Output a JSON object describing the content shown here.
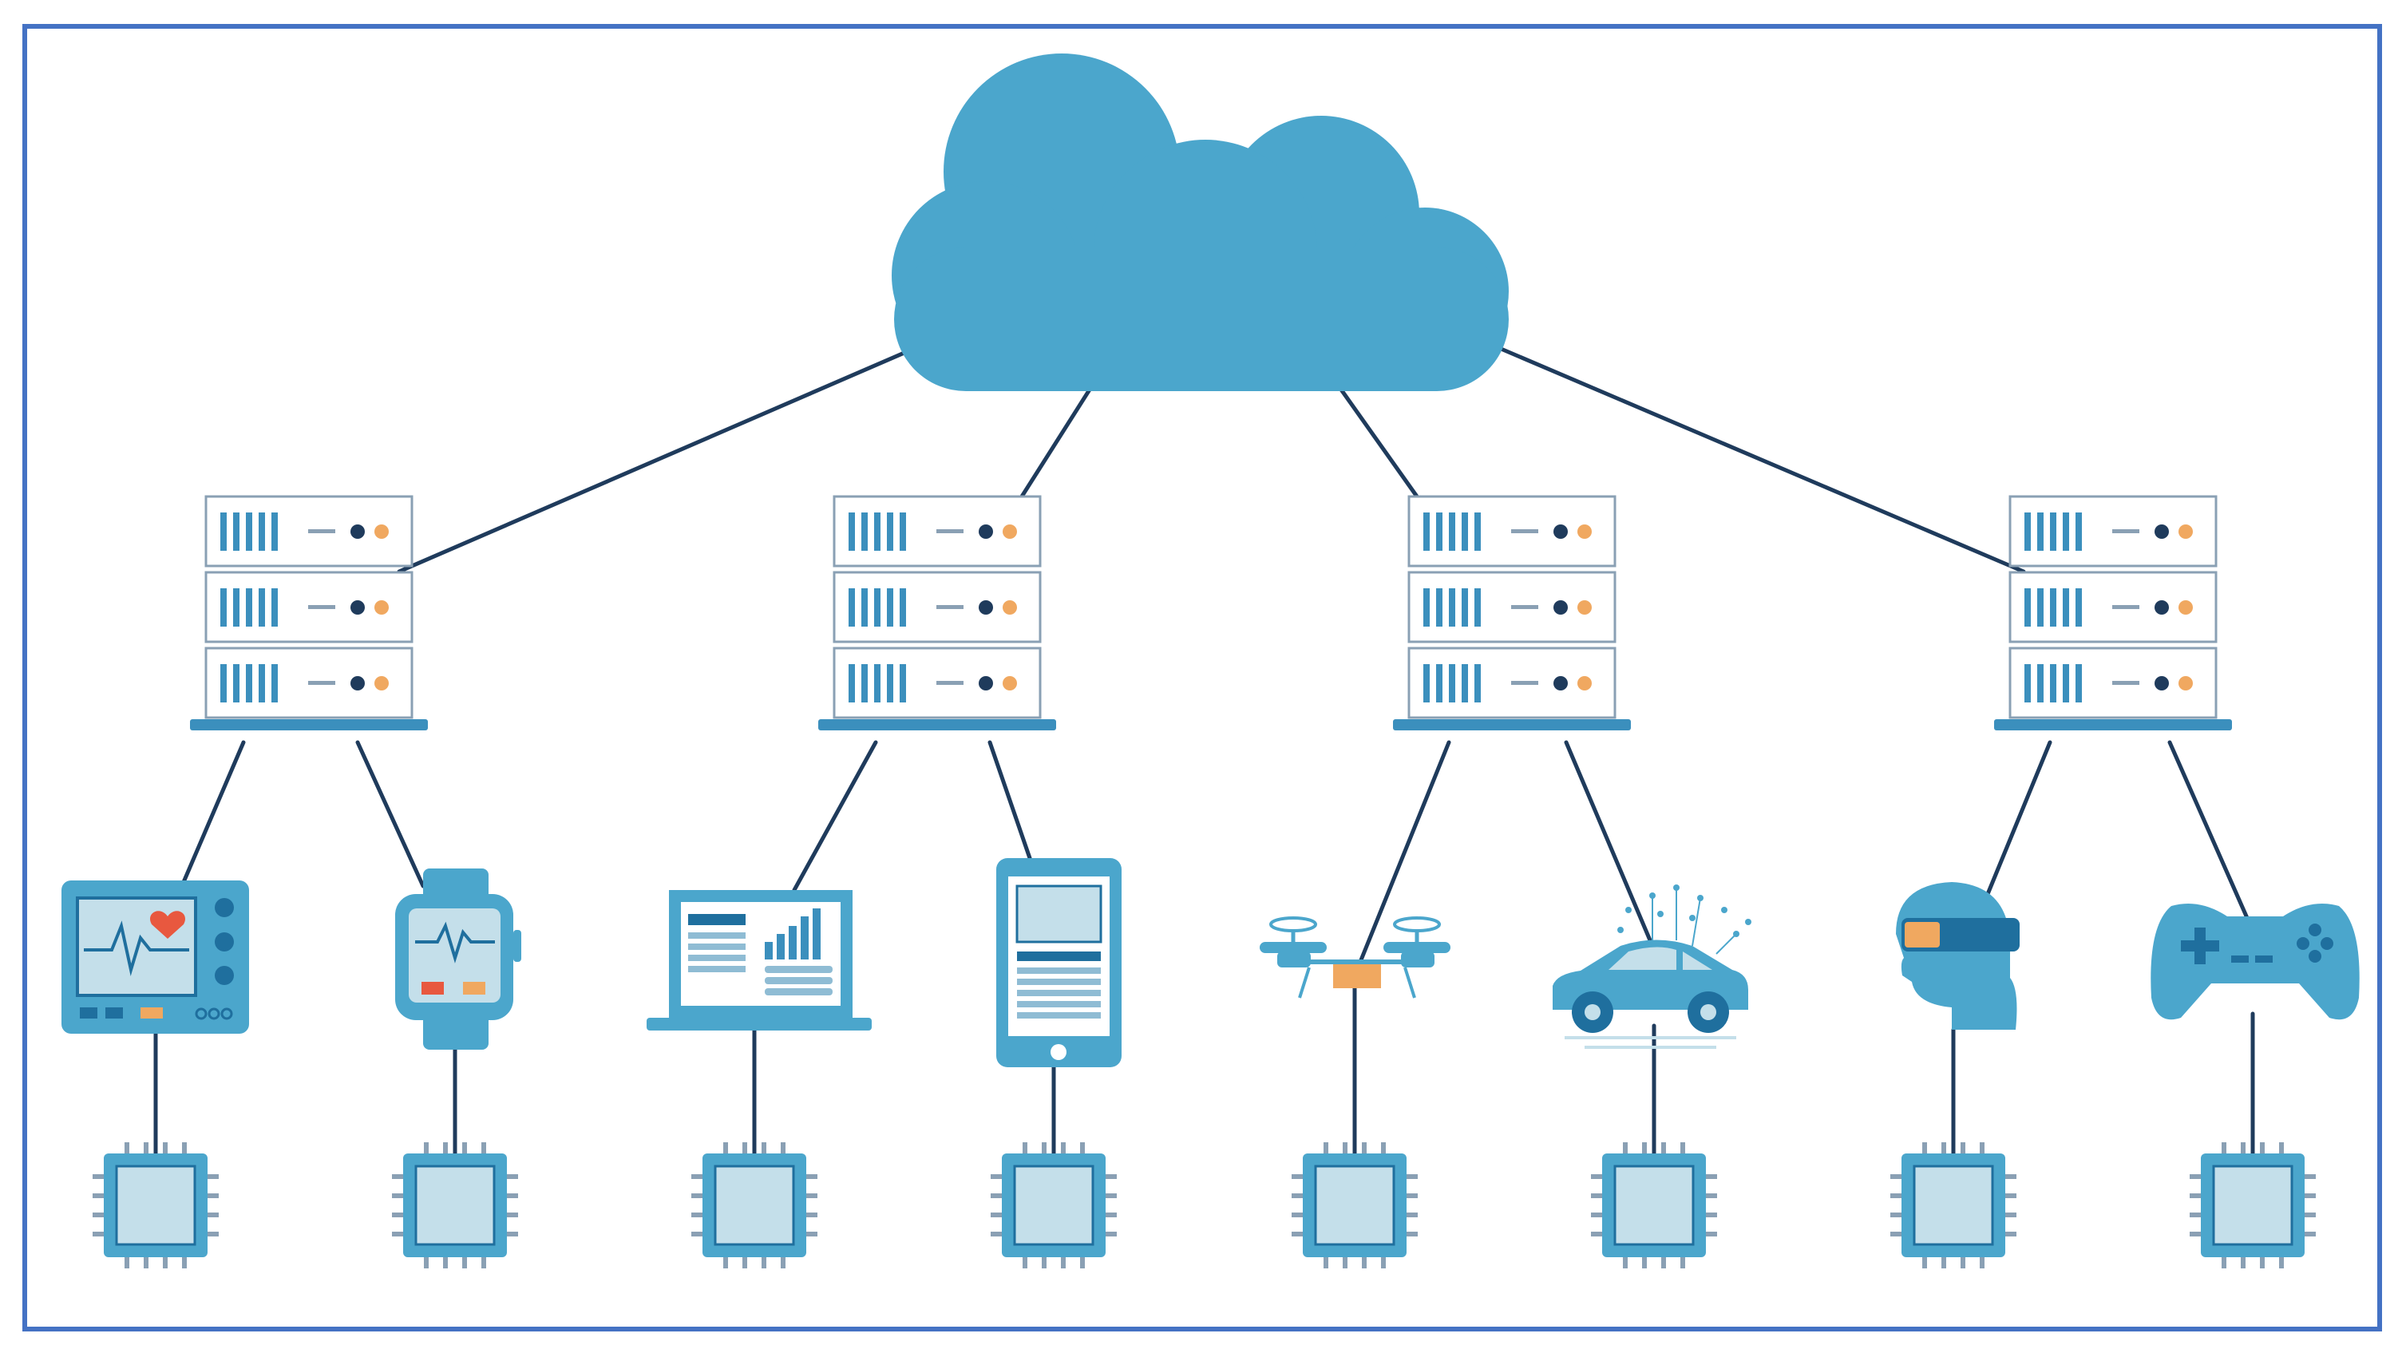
{
  "diagram": {
    "kind": "cloud-fog-edge-iot-topology",
    "colors": {
      "frame": "#4472c4",
      "link": "#1f3b5c",
      "cloud": "#4ba6cc",
      "device_fill": "#4ba6cc",
      "device_dark": "#1f6f9e",
      "screen": "#c4dfea",
      "server_body": "#ffffff",
      "server_outline": "#8aa0b4",
      "server_slots": "#3b8fbd",
      "led_dark": "#1f3b5c",
      "led_orange": "#f0a860",
      "accent_orange": "#f0a860",
      "accent_red": "#e8583f"
    },
    "cloud": {
      "icon": "cloud-icon"
    },
    "server_racks": [
      {
        "icon": "server-rack-icon",
        "units": 3
      },
      {
        "icon": "server-rack-icon",
        "units": 3
      },
      {
        "icon": "server-rack-icon",
        "units": 3
      },
      {
        "icon": "server-rack-icon",
        "units": 3
      }
    ],
    "devices": [
      {
        "icon": "patient-monitor-icon",
        "rack": 0
      },
      {
        "icon": "smartwatch-icon",
        "rack": 0
      },
      {
        "icon": "laptop-icon",
        "rack": 1
      },
      {
        "icon": "tablet-icon",
        "rack": 1
      },
      {
        "icon": "drone-icon",
        "rack": 2
      },
      {
        "icon": "connected-car-icon",
        "rack": 2
      },
      {
        "icon": "vr-headset-icon",
        "rack": 3
      },
      {
        "icon": "gamepad-icon",
        "rack": 3
      }
    ],
    "chips": {
      "icon": "microchip-icon",
      "count": 8
    }
  }
}
